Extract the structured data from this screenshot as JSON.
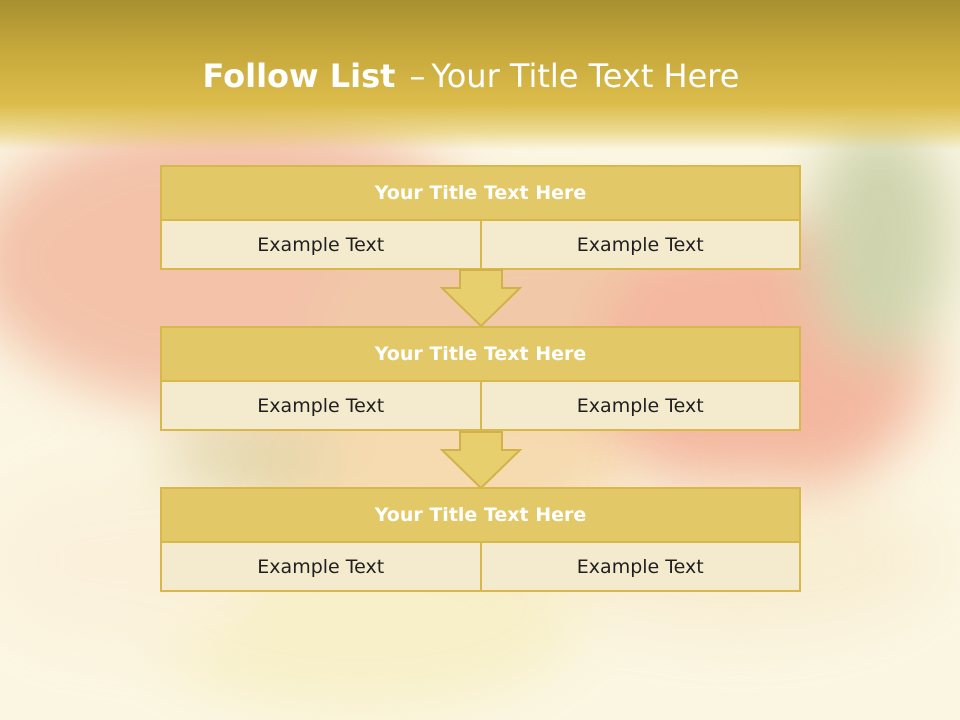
{
  "slide": {
    "title_bold": "Follow List",
    "title_sep": "–",
    "title_rest": "Your Title Text Here"
  },
  "steps": [
    {
      "title": "Your Title Text Here",
      "left": "Example Text",
      "right": "Example Text"
    },
    {
      "title": "Your Title Text Here",
      "left": "Example Text",
      "right": "Example Text"
    },
    {
      "title": "Your Title Text Here",
      "left": "Example Text",
      "right": "Example Text"
    }
  ],
  "colors": {
    "header": "#c7a93c",
    "box_title": "#e3c867",
    "box_border": "#d8b84b",
    "box_cell": "#f4ebcf",
    "arrow": "#e8cf6e"
  }
}
